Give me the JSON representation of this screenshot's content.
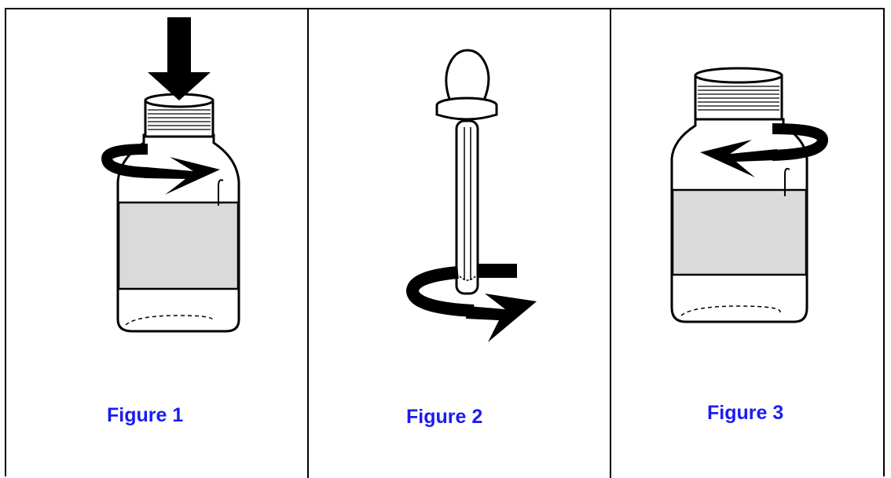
{
  "figures": [
    {
      "caption": "Figure 1",
      "illustration": "bottle-push-and-turn-open"
    },
    {
      "caption": "Figure 2",
      "illustration": "dropper-turn-to-close"
    },
    {
      "caption": "Figure 3",
      "illustration": "bottle-cap-turn-close"
    }
  ],
  "colors": {
    "caption": "#1c1cf0",
    "label_band": "#dadada",
    "border": "#000000"
  }
}
